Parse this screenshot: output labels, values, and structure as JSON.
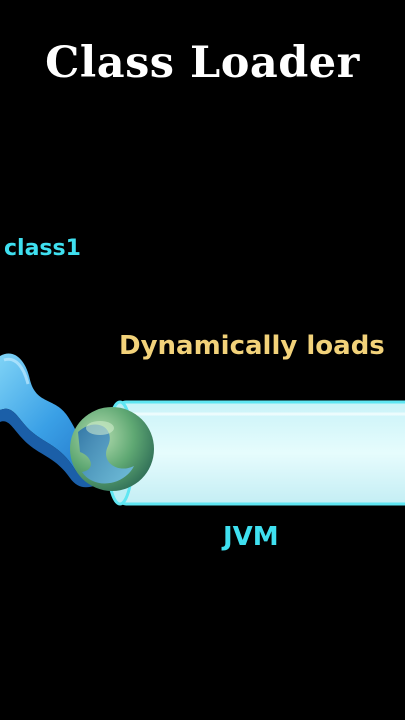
{
  "title": "Class Loader",
  "labels": {
    "class1": "class1",
    "action": "Dynamically loads",
    "jvm": "JVM"
  },
  "colors": {
    "background": "#000000",
    "title": "#ffffff",
    "class1_label": "#3fe0f0",
    "action_label": "#f2d27a",
    "jvm_label": "#3fe0f0",
    "tube_fill": "#d8f8fb",
    "tube_edge": "#5fe6f2",
    "ribbon": "#4ab4ec",
    "loader_ball": "#5aa874"
  },
  "icons": {
    "loader": "loader-ball-icon",
    "class_file": "class-ribbon-icon",
    "jvm": "jvm-tube-icon"
  }
}
